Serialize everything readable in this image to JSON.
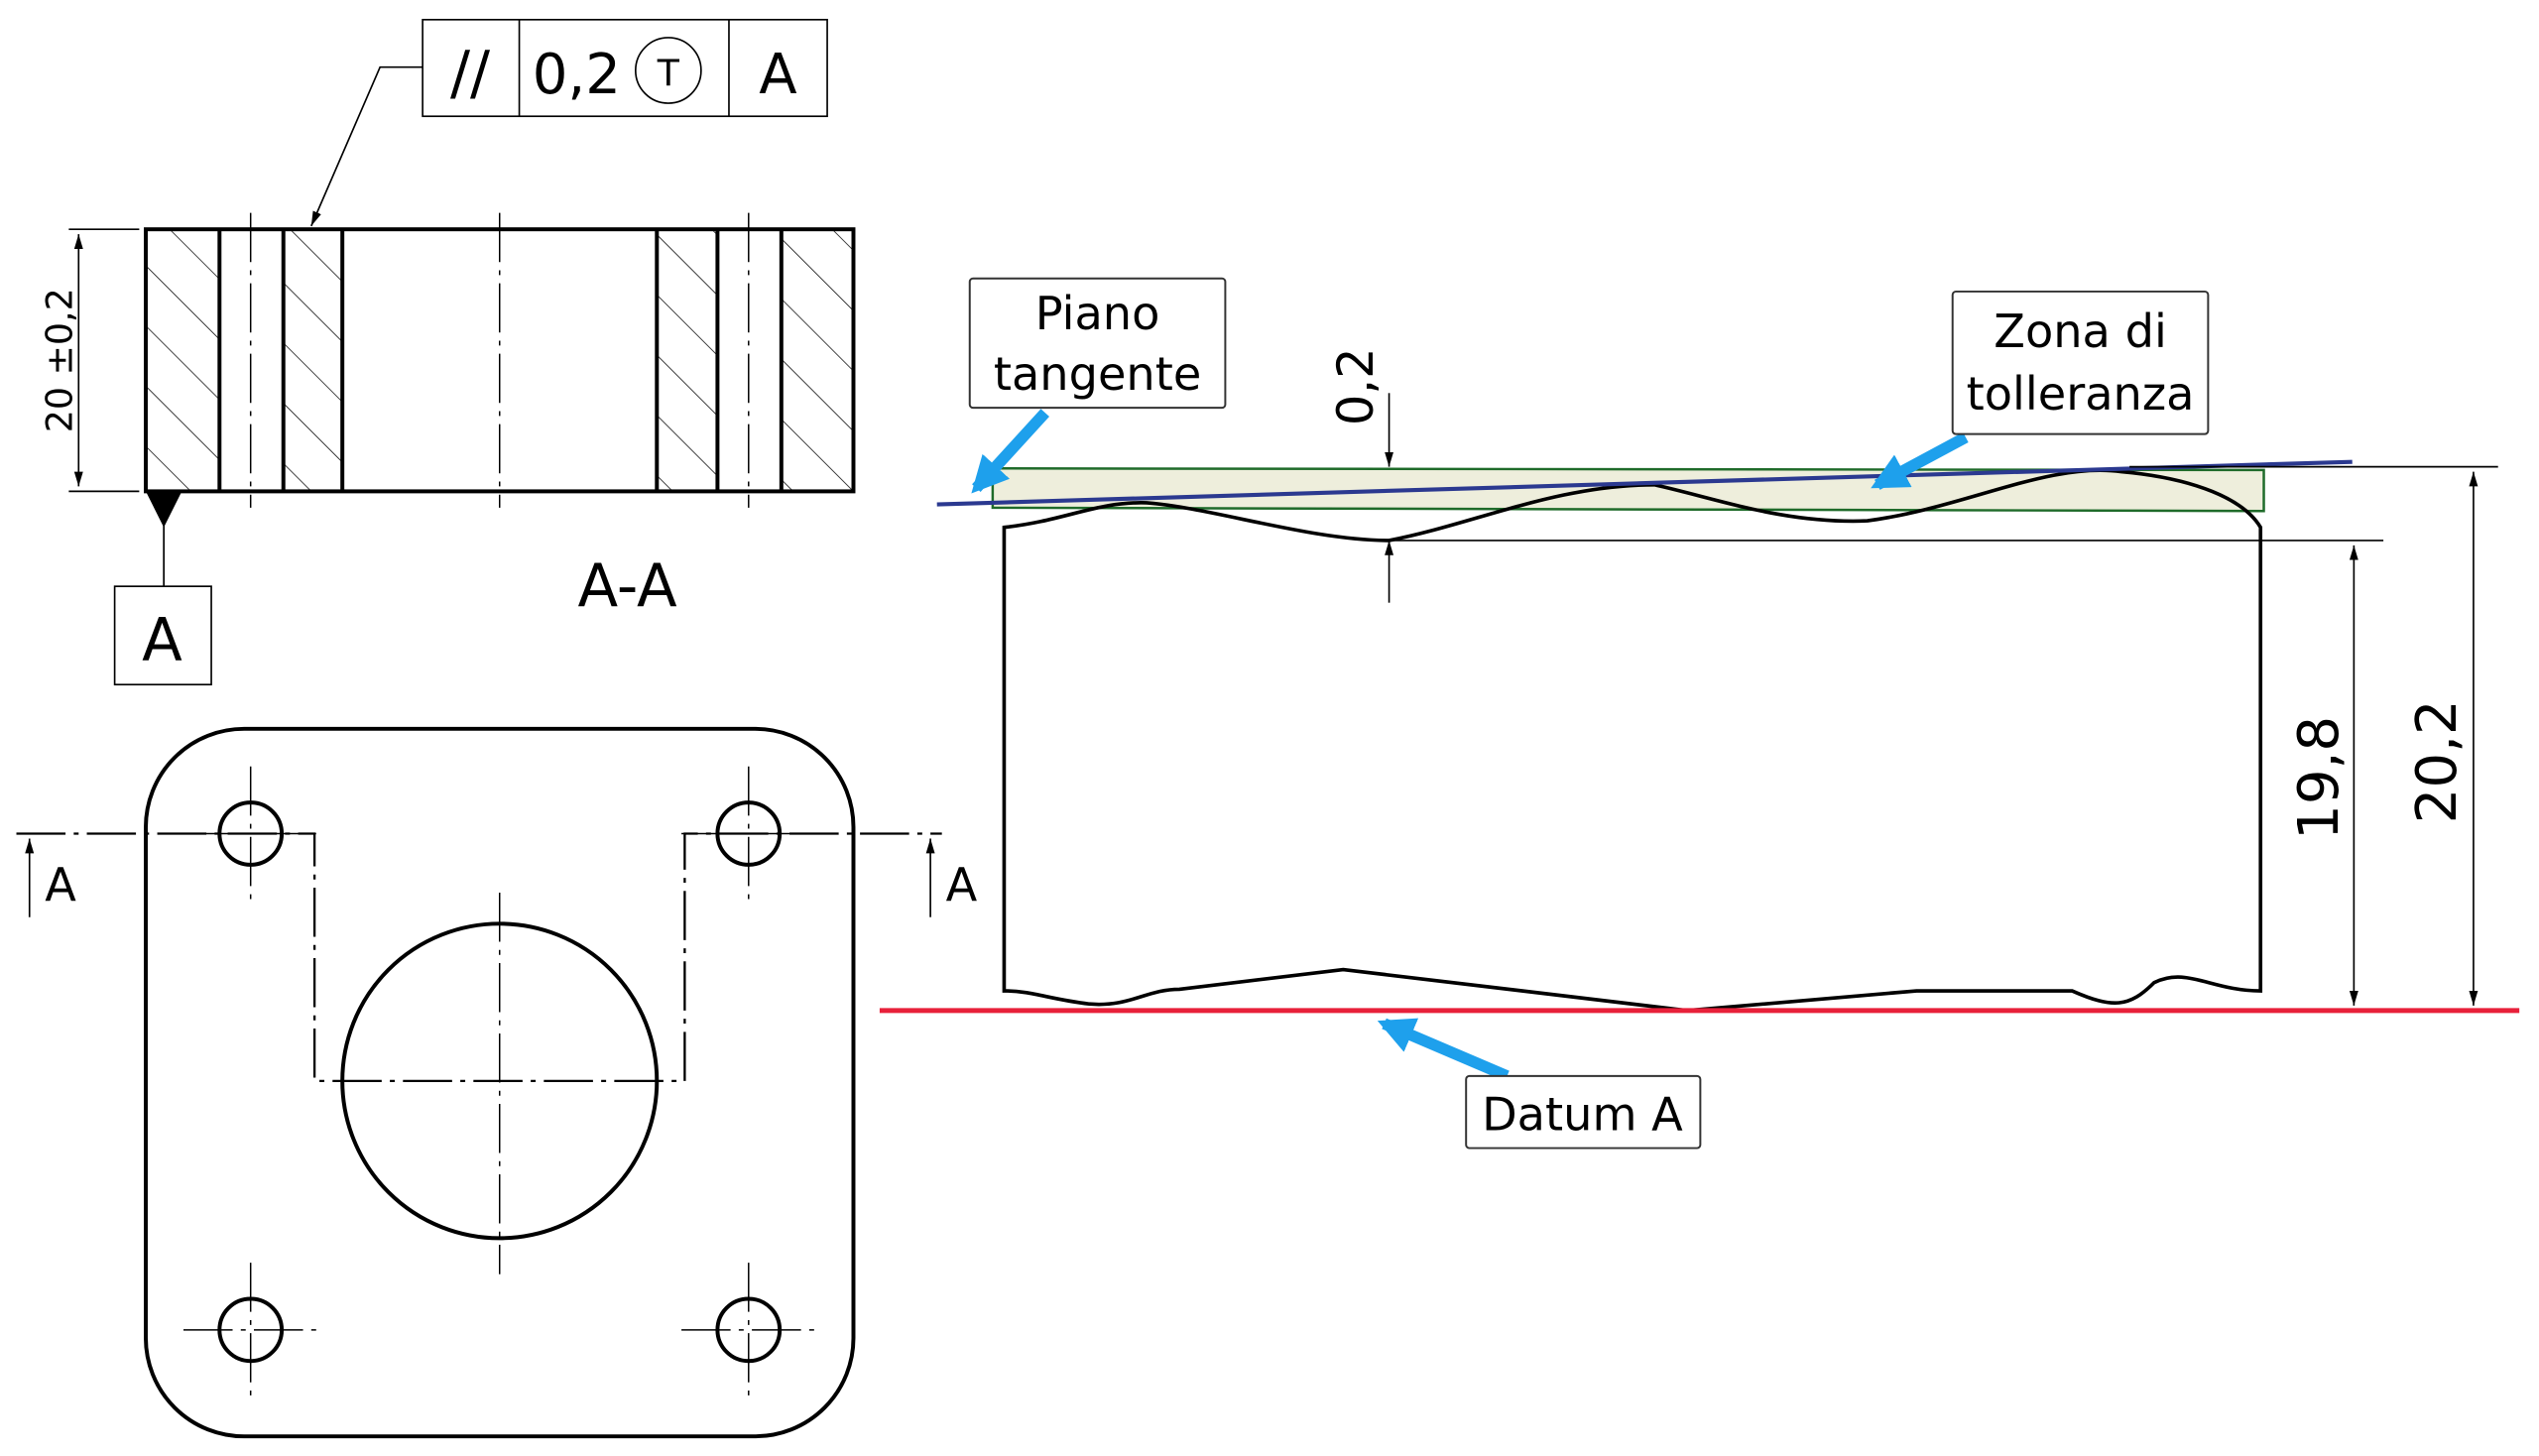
{
  "feature_control_frame": {
    "symbol": "//",
    "tolerance": "0,2",
    "modifier": "T",
    "datum": "A"
  },
  "section_view": {
    "dimension": "20 ±0,2",
    "datum_label": "A",
    "title": "A-A"
  },
  "plan_view": {
    "section_label_left": "A",
    "section_label_right": "A"
  },
  "detail_view": {
    "tolerance_dimension": "0,2",
    "dimension_min": "19,8",
    "dimension_max": "20,2",
    "callouts": {
      "tangent_plane": [
        "Piano",
        "tangente"
      ],
      "tolerance_zone": [
        "Zona di",
        "tolleranza"
      ],
      "datum": "Datum A"
    }
  },
  "colors": {
    "datum_line": "#e8203a",
    "tangent_plane": "#2b3990",
    "tolerance_zone_fill": "#eeeedc",
    "tolerance_zone_stroke": "#1f6b2a",
    "callout_arrow": "#1ea0ec"
  }
}
